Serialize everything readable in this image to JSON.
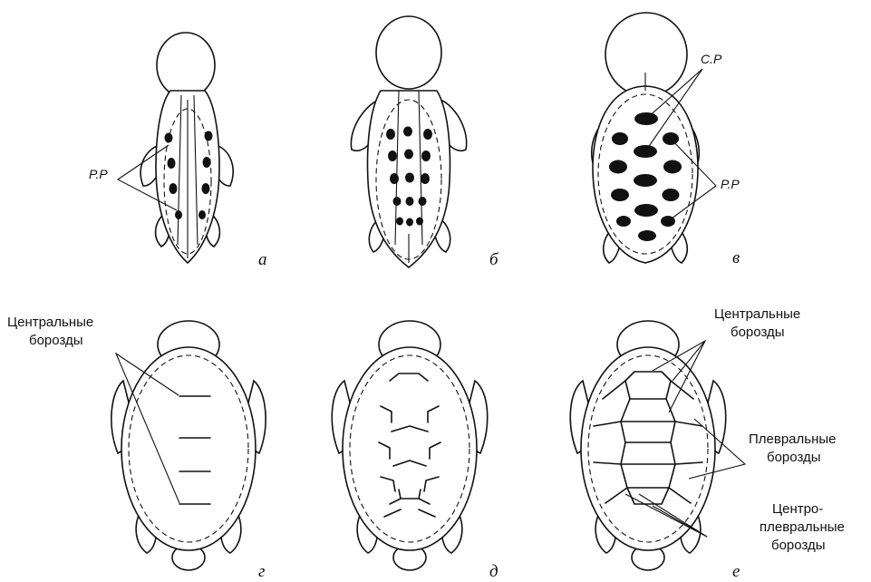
{
  "labels": {
    "a": "а",
    "b": "б",
    "v": "в",
    "g": "г",
    "d": "д",
    "e": "е"
  },
  "annotations": {
    "pp_a": "P.P",
    "cp_v": "C.P",
    "pp_v": "P.P",
    "central_g": [
      "Центральные",
      "борозды"
    ],
    "central_e": [
      "Центральные",
      "борозды"
    ],
    "pleural_e": [
      "Плевральные",
      "борозды"
    ],
    "centropleural_e": [
      "Центро-",
      "плевральные",
      "борозды"
    ]
  }
}
